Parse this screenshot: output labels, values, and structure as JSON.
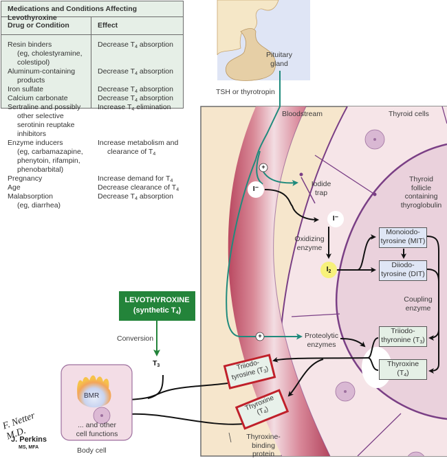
{
  "table": {
    "title": "Medications and Conditions Affecting Levothyroxine",
    "headers": [
      "Drug or Condition",
      "Effect"
    ],
    "rows": [
      {
        "drug": [
          "Resin binders",
          "(eg, cholestyramine,",
          "colestipol)"
        ],
        "effect": [
          "Decrease T4 absorption"
        ]
      },
      {
        "drug": [
          "Aluminum-containing",
          "products"
        ],
        "effect": [
          "Decrease T4 absorption"
        ]
      },
      {
        "drug": [
          "Iron sulfate"
        ],
        "effect": [
          "Decrease T4 absorption"
        ]
      },
      {
        "drug": [
          "Calcium carbonate"
        ],
        "effect": [
          "Decrease T4 absorption"
        ]
      },
      {
        "drug": [
          "Sertraline and possibly",
          "other selective",
          "serotinin reuptake",
          "inhibitors"
        ],
        "effect": [
          "Increase T4 elimination"
        ]
      },
      {
        "drug": [
          "Enzyme inducers",
          "(eg, carbamazapine,",
          "phenytoin, rifampin,",
          "phenobarbital)"
        ],
        "effect": [
          "Increase metabolism and",
          "clearance of T4"
        ]
      },
      {
        "drug": [
          "Pregnancy"
        ],
        "effect": [
          "Increase demand for T4"
        ]
      },
      {
        "drug": [
          "Age"
        ],
        "effect": [
          "Decrease clearance of T4"
        ]
      },
      {
        "drug": [
          "Malabsorption",
          "(eg, diarrhea)"
        ],
        "effect": [
          "Decrease T4 absorption"
        ]
      }
    ]
  },
  "pituitary": {
    "label_1": "Pituitary",
    "label_2": "gland"
  },
  "tsh_label": "TSH or thyrotropin",
  "labels": {
    "bloodstream": "Bloodstream",
    "thyroid_cells": "Thyroid cells",
    "iodide_trap": [
      "Iodide",
      "trap"
    ],
    "follicle": [
      "Thyroid",
      "follicle",
      "containing",
      "thyroglobulin"
    ],
    "oxidizing": [
      "Oxidizing",
      "enzyme"
    ],
    "coupling": [
      "Coupling",
      "enzyme"
    ],
    "proteolytic": [
      "Proteolytic",
      "enzymes"
    ],
    "tbp": [
      "Thyroxine-",
      "binding",
      "protein"
    ],
    "conversion": "Conversion",
    "t3": "T",
    "t3_sub": "3",
    "body_cell": "Body cell",
    "bmr": "BMR",
    "other_functions": [
      "... and other",
      "cell functions"
    ],
    "iodide_ion": "I⁻",
    "iodine": "I",
    "iodine_sub": "2",
    "plus": "+"
  },
  "boxes": {
    "mit": [
      "Monoiodo-",
      "tyrosine (MIT)"
    ],
    "dit": [
      "Diiodo-",
      "tyrosine (DIT)"
    ],
    "t3_thyronine": [
      "Triiodo-",
      "thyronine (T",
      "3",
      ")"
    ],
    "t4_thyroxine": [
      "Thyroxine",
      "(T",
      "4",
      ")"
    ],
    "t3_blood": [
      "Triiodo-",
      "tyrosine (T",
      "3",
      ")"
    ],
    "t4_blood": [
      "Thyroxine",
      "(T",
      "4",
      ")"
    ]
  },
  "levothyroxine": {
    "line1": "LEVOTHYROXINE",
    "line2": "(synthetic T",
    "line2_sub": "4",
    "line2_end": ")"
  },
  "signature": {
    "name": "J. Perkins",
    "credentials": "MS, MFA",
    "artist": "F. Netter M.D."
  },
  "colors": {
    "table_bg": "#e6efe7",
    "teal_arrow": "#1f8a7c",
    "levo_green": "#23843a",
    "vessel_red": "#c2566b",
    "membrane_purple": "#7a3f85",
    "box_red": "#c0202a"
  }
}
